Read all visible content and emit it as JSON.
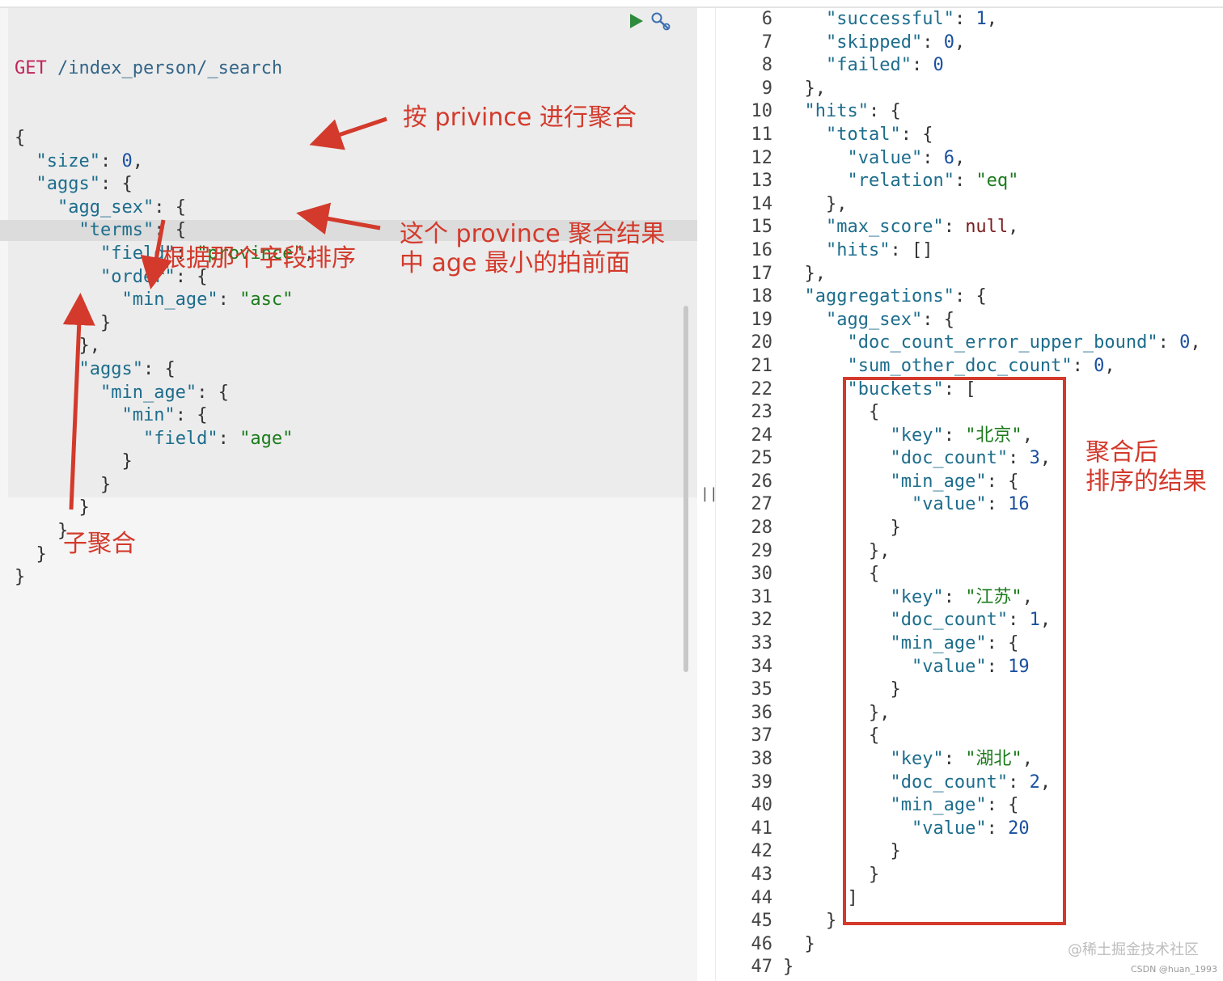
{
  "request": {
    "method": "GET",
    "path": "/index_person/_search",
    "lines": [
      "{",
      "  \"size\": 0,",
      "  \"aggs\": {",
      "    \"agg_sex\": {",
      "      \"terms\": {",
      "        \"field\": \"province\",",
      "        \"order\": {",
      "          \"min_age\": \"asc\"",
      "        }",
      "      },",
      "      \"aggs\": {",
      "        \"min_age\": {",
      "          \"min\": {",
      "            \"field\": \"age\"",
      "          }",
      "        }",
      "      }",
      "    }",
      "  }",
      "}"
    ]
  },
  "response": {
    "line_numbers": [
      "6",
      "7",
      "8",
      "9",
      "10",
      "11",
      "12",
      "13",
      "14",
      "15",
      "16",
      "17",
      "18",
      "19",
      "20",
      "21",
      "22",
      "23",
      "24",
      "25",
      "26",
      "27",
      "28",
      "29",
      "30",
      "31",
      "32",
      "33",
      "34",
      "35",
      "36",
      "37",
      "38",
      "39",
      "40",
      "41",
      "42",
      "43",
      "44",
      "45",
      "46",
      "47"
    ],
    "lines": [
      "    \"successful\": 1,",
      "    \"skipped\": 0,",
      "    \"failed\": 0",
      "  },",
      "  \"hits\": {",
      "    \"total\": {",
      "      \"value\": 6,",
      "      \"relation\": \"eq\"",
      "    },",
      "    \"max_score\": null,",
      "    \"hits\": []",
      "  },",
      "  \"aggregations\": {",
      "    \"agg_sex\": {",
      "      \"doc_count_error_upper_bound\": 0,",
      "      \"sum_other_doc_count\": 0,",
      "      \"buckets\": [",
      "        {",
      "          \"key\": \"北京\",",
      "          \"doc_count\": 3,",
      "          \"min_age\": {",
      "            \"value\": 16",
      "          }",
      "        },",
      "        {",
      "          \"key\": \"江苏\",",
      "          \"doc_count\": 1,",
      "          \"min_age\": {",
      "            \"value\": 19",
      "          }",
      "        },",
      "        {",
      "          \"key\": \"湖北\",",
      "          \"doc_count\": 2,",
      "          \"min_age\": {",
      "            \"value\": 20",
      "          }",
      "        }",
      "      ]",
      "    }",
      "  }",
      "}"
    ]
  },
  "annotations": {
    "province_agg": "按 privince 进行聚合",
    "sort_field": "根据那个字段排序",
    "result_order": "这个 province 聚合结果\n中 age 最小的拍前面",
    "sub_agg": "子聚合",
    "sorted_result": "聚合后\n排序的结果"
  },
  "divider_glyph": "||",
  "watermark": {
    "site": "@稀土掘金技术社区",
    "author": "CSDN @huan_1993"
  },
  "colors": {
    "annotation_red": "#d33a2c",
    "method_magenta": "#c0245a",
    "key_blue": "#1d6d8c",
    "string_green": "#1b7b1b",
    "number_blue": "#1a50a0",
    "run_green": "#2f8a3e"
  },
  "icons": {
    "run": "play-icon",
    "settings": "wrench-icon"
  }
}
